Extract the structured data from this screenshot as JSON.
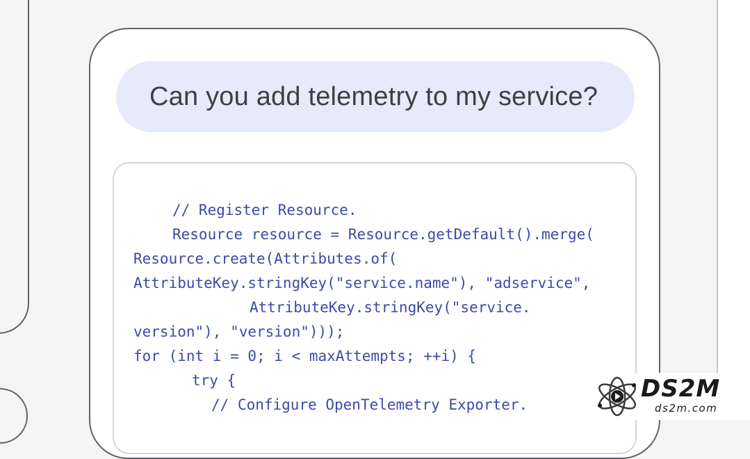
{
  "prompt": {
    "text": "Can you add telemetry to my service?"
  },
  "code": {
    "lines": [
      "// Register Resource.",
      "Resource resource = Resource.getDefault().merge(",
      "Resource.create(Attributes.of(",
      "AttributeKey.stringKey(\"service.name\"), \"adservice\",",
      "AttributeKey.stringKey(\"service.",
      "version\"), \"version\")));",
      "for (int i = 0; i < maxAttempts; ++i) {",
      "try {",
      "// Configure OpenTelemetry Exporter."
    ]
  },
  "watermark": {
    "brand": "DS2M",
    "domain": "ds2m.com",
    "icon": "atom-play-icon"
  },
  "colors": {
    "code_text": "#3c4aa8",
    "prompt_bg": "#e6ebfb",
    "prompt_text": "#3c4043",
    "frame_border": "#5f6368",
    "card_border": "#d6d6d6"
  }
}
